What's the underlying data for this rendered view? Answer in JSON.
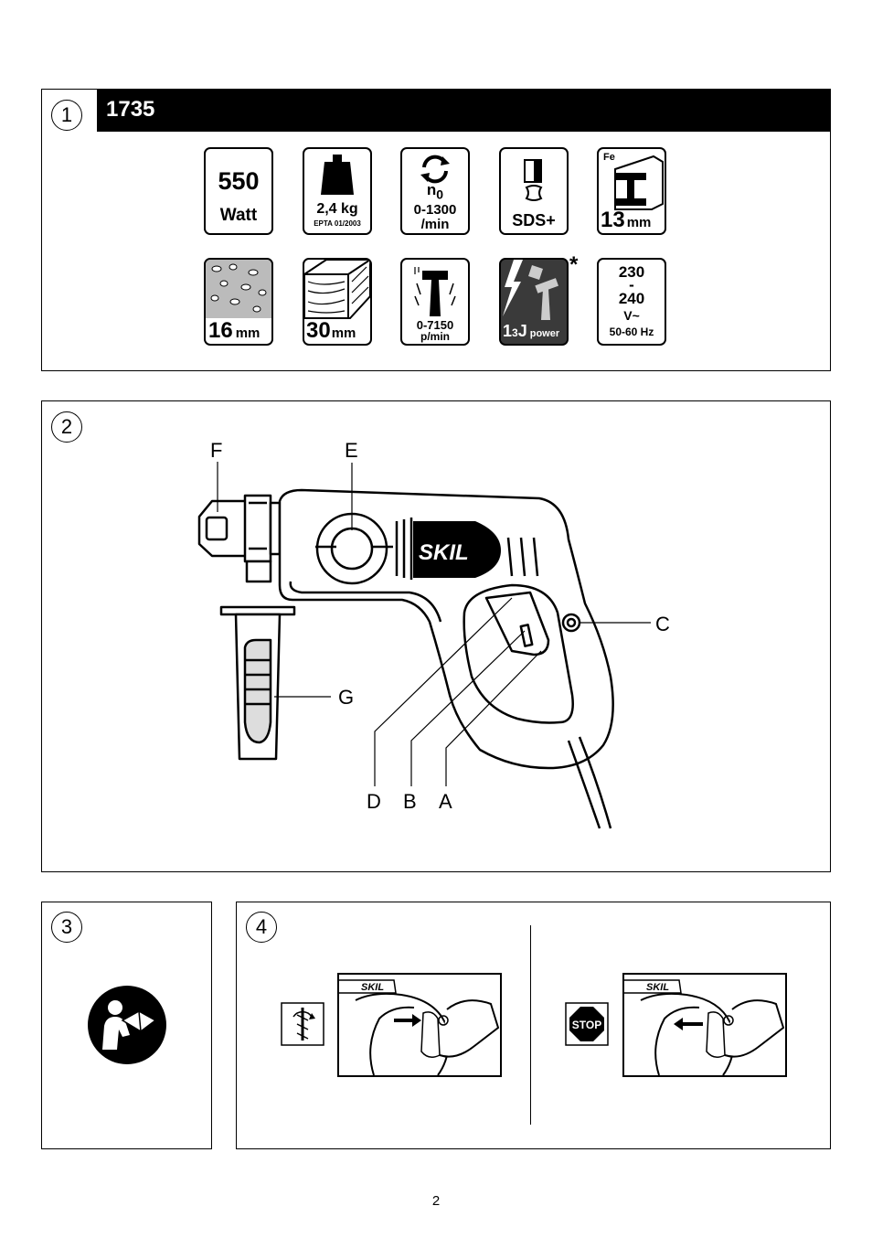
{
  "page_number": "2",
  "panels": {
    "p1": {
      "number": "1",
      "model": "1735",
      "specs": {
        "power_value": "550",
        "power_unit": "Watt",
        "weight": "2,4 kg",
        "weight_note": "EPTA 01/2003",
        "no_load_symbol": "n",
        "no_load_sub": "0",
        "no_load_range": "0-1300",
        "no_load_unit": "/min",
        "chuck": "SDS+",
        "steel_symbol": "Fe",
        "steel_value": "13",
        "steel_unit": "mm",
        "concrete_value": "16",
        "concrete_unit": "mm",
        "wood_value": "30",
        "wood_unit": "mm",
        "impact_range": "0-7150",
        "impact_unit": "p/min",
        "energy_value_a": "1",
        "energy_value_b": "3",
        "energy_unit": "J",
        "energy_word": "power",
        "energy_note": "*",
        "voltage_top": "230",
        "voltage_sep": "-",
        "voltage_bottom": "240",
        "voltage_unit": "V~",
        "frequency": "50-60 Hz"
      }
    },
    "p2": {
      "number": "2",
      "brand": "SKIL",
      "labels": {
        "A": "A",
        "B": "B",
        "C": "C",
        "D": "D",
        "E": "E",
        "F": "F",
        "G": "G"
      }
    },
    "p3": {
      "number": "3"
    },
    "p4": {
      "number": "4",
      "brand": "SKIL",
      "stop_sign": "STOP"
    }
  }
}
